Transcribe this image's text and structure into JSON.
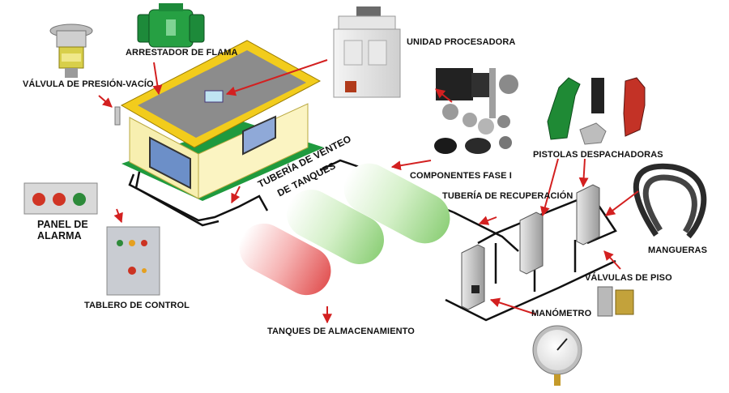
{
  "labels": {
    "valve_pv": "VÁLVULA DE PRESIÓN-VACÍO",
    "flame_arrester": "ARRESTADOR DE FLAMA",
    "processing_unit": "UNIDAD PROCESADORA",
    "alarm_panel_1": "PANEL DE",
    "alarm_panel_2": "ALARMA",
    "control_board": "TABLERO DE CONTROL",
    "vent_pipe_1": "TUBERÍA DE VENTEO",
    "vent_pipe_2": "DE TANQUES",
    "phase1_components": "COMPONENTES FASE I",
    "dispensing_nozzles": "PISTOLAS DESPACHADORAS",
    "recovery_pipe": "TUBERÍA DE RECUPERACIÓN",
    "hoses": "MANGUERAS",
    "floor_valves": "VÁLVULAS DE PISO",
    "manometer": "MANÓMETRO",
    "storage_tanks": "TANQUES DE ALMACENAMIENTO"
  },
  "colors": {
    "arrow_red": "#d32020",
    "roof_yellow": "#f2cc1c",
    "wall_yellow": "#f7efb0",
    "tank_red": "#f28a8a",
    "tank_green": "#b9e6a8",
    "base_green": "#1f9a3e",
    "gray_equipment": "#c8c8c8"
  }
}
